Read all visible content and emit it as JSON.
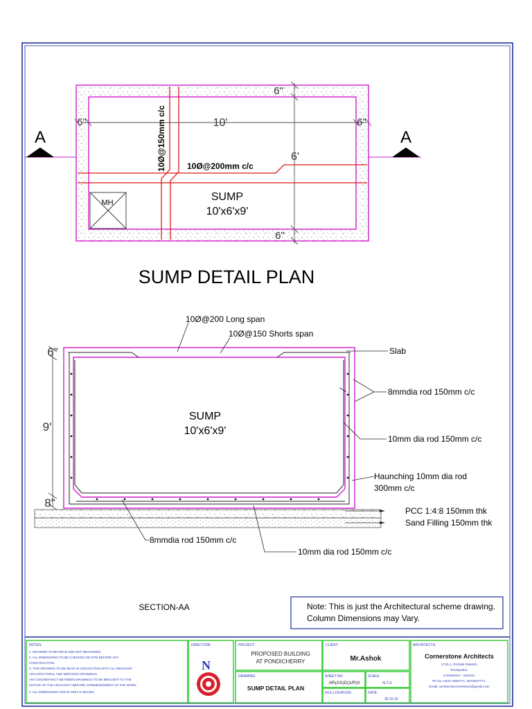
{
  "colors": {
    "frame": "#1f2f9a",
    "concrete": "#d21ad2",
    "rebar": "#e01818",
    "dimension": "#4d4d4d",
    "titleblock_border": "#2ec82e",
    "titleblock_text": "#2b39b8"
  },
  "plan": {
    "title": "SUMP DETAIL PLAN",
    "section_mark_left": "A",
    "section_mark_right": "A",
    "dim_top_wall": "6\"",
    "dim_bottom_wall": "6\"",
    "dim_left_wall": "6\"",
    "dim_right_wall": "6\"",
    "dim_length": "10'",
    "dim_width": "6'",
    "rebar_vertical": "10Ø@150mm c/c",
    "rebar_horizontal": "10Ø@200mm c/c",
    "manhole_label": "MH",
    "sump_label": "SUMP",
    "sump_size": "10'x6'x9'"
  },
  "section": {
    "title": "SECTION-AA",
    "rebar_long_span": "10Ø@200 Long span",
    "rebar_short_span": "10Ø@150 Shorts span",
    "dim_slab": "6\"",
    "dim_height": "9'",
    "dim_base": "8\"",
    "sump_label": "SUMP",
    "sump_size": "10'x6'x9'",
    "callout_slab": "Slab",
    "callout_rod8": "8mmdia rod 150mm c/c",
    "callout_rod10": "10mm dia rod 150mm c/c",
    "callout_haunch_1": "Haunching 10mm dia rod",
    "callout_haunch_2": "300mm c/c",
    "callout_pcc": "PCC 1:4:8 150mm thk",
    "callout_sand": "Sand Filling 150mm thk",
    "callout_bottom_rod8": "8mmdia rod 150mm c/c",
    "callout_bottom_rod10": "10mm dia rod 150mm c/c"
  },
  "note": {
    "line1": "Note: This is just the Architectural scheme drawing.",
    "line2": "Column Dimensions may Vary."
  },
  "titleblock": {
    "notes_heading": "NOTES:",
    "notes_lines": [
      "1. DRAWING TO BE READ AND NOT MEASURED.",
      "2. ALL DIMENSIONS TO BE CHECKED ON SITE BEFORE ANY",
      "CONSTRUCTION.",
      "3. THIS DRAWING TO BE READ IN CONJUCTION WITH ALL RELEVANT",
      "ARCHITECTURAL AND SERVICES DRAWINGS.",
      "ANY DISCREPANCY BETWEEN DRAWINGS TO BE BROUGHT TO THE",
      "NOTICE OF THE ARCHITECT BEFORE COMMENCEMENT OF THE WORK.",
      "4. ALL DIMENSIONS ARE IN FEET & INCHES."
    ],
    "direction_heading": "DIRECTION:",
    "north_letter": "N",
    "project_heading": "PROJECT:",
    "project_line1": "PROPOSED BUILDING",
    "project_line2": "AT PONDICHERRY",
    "client_heading": "CLIENT:",
    "client_name": "Mr.Ashok",
    "drawing_heading": "DRAWING:",
    "drawing_name": "SUMP DETAIL PLAN",
    "sheet_heading": "SHEET NO:",
    "sheet_value": "AR(AS)D(1/R)0",
    "scale_heading": "SCALE:",
    "scale_value": "N.T.S",
    "file_heading": "FILE LOCATION:",
    "date_heading": "DATE:",
    "date_value": "25.10.19",
    "architects_heading": "ARCHITECTS:",
    "firm_name": "Cornerstone Architects",
    "firm_lines": [
      "171/L1, Orchids Rakesh,",
      "Kovaipudur,",
      "Coimbatore - 641042.",
      "Ph.No: 0422-4962771, 9072637771.",
      "Email: architectscornerstone@gmail.com"
    ]
  }
}
